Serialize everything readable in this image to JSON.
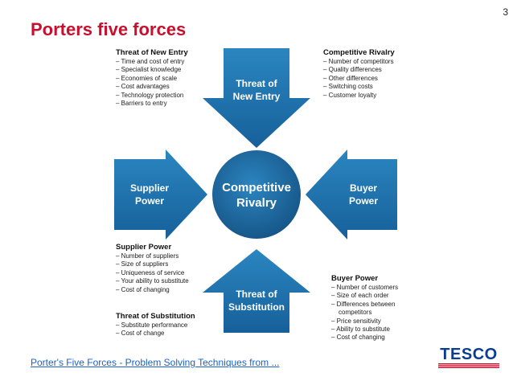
{
  "page": {
    "number": "3",
    "title": "Porters five forces"
  },
  "diagram": {
    "colors": {
      "arrow": "#2176ae",
      "arrow_dark": "#125a8c",
      "circle": "#1f6da5",
      "text": "#ffffff"
    },
    "center": {
      "line1": "Competitive",
      "line2": "Rivalry"
    },
    "arrows": {
      "top": {
        "line1": "Threat of",
        "line2": "New Entry"
      },
      "left": {
        "line1": "Supplier",
        "line2": "Power"
      },
      "right": {
        "line1": "Buyer",
        "line2": "Power"
      },
      "bottom": {
        "line1": "Threat of",
        "line2": "Substitution"
      }
    }
  },
  "blocks": {
    "new_entry": {
      "title": "Threat of New Entry",
      "items": [
        "Time and cost of entry",
        "Specialist knowledge",
        "Economies of scale",
        "Cost advantages",
        "Technology protection",
        "Barriers to entry"
      ]
    },
    "rivalry": {
      "title": "Competitive Rivalry",
      "items": [
        "Number of competitors",
        "Quality differences",
        "Other differences",
        "Switching costs",
        "Customer loyalty"
      ]
    },
    "supplier": {
      "title": "Supplier Power",
      "items": [
        "Number of suppliers",
        "Size of suppliers",
        "Uniqueness of service",
        "Your ability to substitute",
        "Cost of changing"
      ]
    },
    "substitution": {
      "title": "Threat of Substitution",
      "items": [
        "Substitute performance",
        "Cost of change"
      ]
    },
    "buyer": {
      "title": "Buyer Power",
      "items": [
        "Number of customers",
        "Size of each order",
        "Differences between",
        "competitors",
        "Price sensitivity",
        "Ability to substitute",
        "Cost of changing"
      ]
    }
  },
  "footer": {
    "source_link": "Porter's Five Forces - Problem Solving Techniques from ...",
    "logo_text": "TESCO",
    "logo_color": "#0a3d8f",
    "logo_stripe_color": "#c8102e"
  }
}
